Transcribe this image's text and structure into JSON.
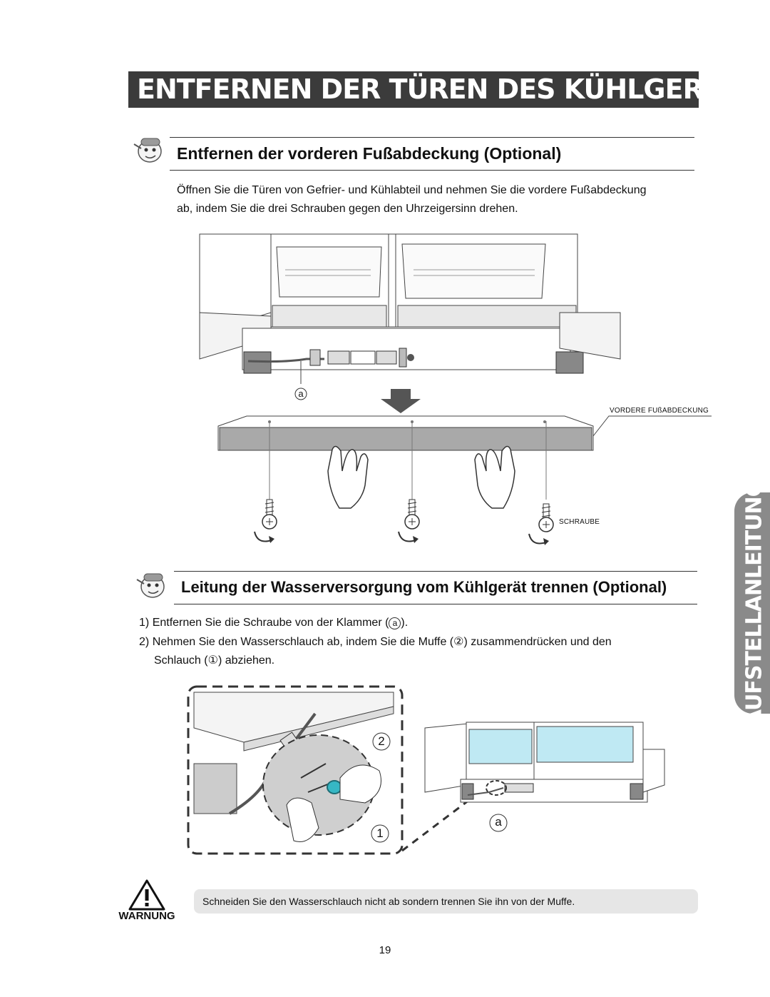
{
  "title": "ENTFERNEN DER TÜREN DES KÜHLGERÄTS",
  "side_tab": "AUFSTELLANLEITUNG",
  "section1": {
    "heading": "Entfernen der vorderen Fußabdeckung (Optional)",
    "text_line1": "Öffnen Sie die Türen von Gefrier- und Kühlabteil und nehmen Sie die vordere Fußabdeckung",
    "text_line2": "ab, indem Sie die drei Schrauben gegen den Uhrzeigersinn drehen.",
    "label_a": "a",
    "label_cover": "VORDERE FUßABDECKUNG",
    "label_screw": "SCHRAUBE"
  },
  "section2": {
    "heading": "Leitung der Wasserversorgung vom Kühlgerät trennen (Optional)",
    "step1_num": "1)",
    "step1_text_a": "Entfernen Sie die Schraube von der Klammer (",
    "step1_marker": "a",
    "step1_text_b": ").",
    "step2_num": "2)",
    "step2_text_a": "Nehmen Sie den Wasserschlauch ab, indem Sie die Muffe (",
    "step2_marker": "②",
    "step2_text_b": ") zusammendrücken und den",
    "step2_line2_a": "Schlauch (",
    "step2_line2_marker": "①",
    "step2_line2_b": ") abziehen.",
    "callout_2": "2",
    "callout_1": "1",
    "callout_a": "a"
  },
  "warning": {
    "label": "WARNUNG",
    "text": "Schneiden Sie den Wasserschlauch nicht ab sondern trennen Sie ihn von der Muffe."
  },
  "page_number": "19",
  "colors": {
    "banner": "#3b3b3b",
    "side_tab": "#8a8a8a",
    "cover": "#a9a9a9",
    "accent_teal": "#36b7c4",
    "drawer_blue": "#bfe9f3"
  },
  "icons": [
    "pointing-hand-icon",
    "warning-triangle-icon",
    "screw-icon",
    "rotate-arrow-icon",
    "down-arrow-icon"
  ]
}
